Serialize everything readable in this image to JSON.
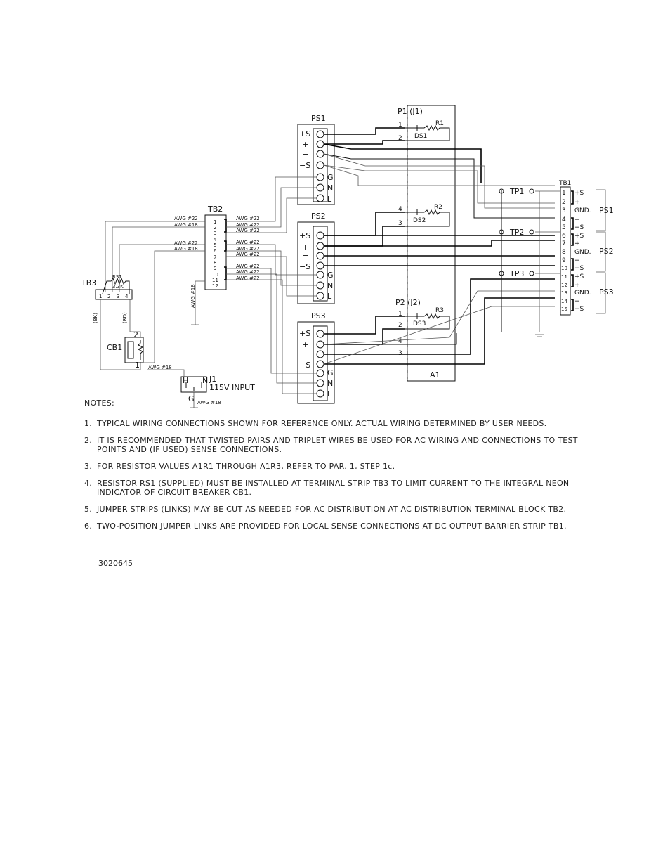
{
  "diagram": {
    "ps1": {
      "title": "PS1",
      "terminals": [
        "+S",
        "+",
        "−",
        "−S",
        "G",
        "N",
        "L"
      ]
    },
    "ps2": {
      "title": "PS2",
      "terminals": [
        "+S",
        "+",
        "−",
        "−S",
        "G",
        "N",
        "L"
      ]
    },
    "ps3": {
      "title": "PS3",
      "terminals": [
        "+S",
        "+",
        "−",
        "−S",
        "G",
        "N",
        "L"
      ]
    },
    "p1_label": "P1 (J1)",
    "p2_label": "P2 (J2)",
    "a1_label": "A1",
    "r1": "R1",
    "r2": "R2",
    "r3": "R3",
    "ds1": "DS1",
    "ds2": "DS2",
    "ds3": "DS3",
    "pins": {
      "p1a": "1",
      "p1b": "2",
      "p1c": "4",
      "p1d": "3",
      "p2a": "1",
      "p2b": "2",
      "p2c": "4",
      "p2d": "3"
    },
    "tb1": {
      "title": "TB1",
      "numbers": [
        "1",
        "2",
        "3",
        "4",
        "5",
        "6",
        "7",
        "8",
        "9",
        "10",
        "11",
        "12",
        "13",
        "14",
        "15"
      ],
      "signals": [
        "+S",
        "+",
        "GND.",
        "−",
        "−S",
        "+S",
        "+",
        "GND.",
        "−",
        "−S",
        "+S",
        "+",
        "GND.",
        "−",
        "−S"
      ],
      "groups": [
        "PS1",
        "PS2",
        "PS3"
      ]
    },
    "tp": [
      "TP1",
      "TP2",
      "TP3"
    ],
    "tb2": {
      "title": "TB2",
      "numbers": [
        "1",
        "2",
        "3",
        "4",
        "5",
        "6",
        "7",
        "8",
        "9",
        "10",
        "11",
        "12"
      ]
    },
    "awg_labels": [
      "AWG #22",
      "AWG #18",
      "AWG #22",
      "AWG #18",
      "AWG #18",
      "AWG #18"
    ],
    "awg_right": [
      "AWG #22",
      "AWG #22",
      "AWG #22",
      "AWG #22",
      "AWG #22",
      "AWG #22",
      "AWG #22",
      "AWG #22",
      "AWG #22"
    ],
    "tb3": {
      "title": "TB3",
      "rs1": "RS1",
      "value": "3.3K",
      "pins": [
        "1",
        "2",
        "3",
        "4"
      ],
      "bk": "(BK)",
      "rd": "(RD)"
    },
    "cb1": {
      "title": "CB1",
      "pin2": "2",
      "pin1": "1"
    },
    "j1": {
      "title": "J1",
      "input": "115V INPUT",
      "h": "H",
      "n": "N",
      "g": "G"
    }
  },
  "notes": {
    "heading": "NOTES:",
    "items": [
      {
        "num": "1.",
        "text": "TYPICAL WIRING CONNECTIONS SHOWN FOR REFERENCE ONLY. ACTUAL WIRING DETERMINED BY USER NEEDS."
      },
      {
        "num": "2.",
        "text": "IT IS RECOMMENDED THAT TWISTED PAIRS AND TRIPLET WIRES BE USED FOR AC WIRING AND CONNECTIONS TO TEST POINTS AND (IF USED) SENSE CONNECTIONS."
      },
      {
        "num": "3.",
        "text": "FOR RESISTOR VALUES A1R1 THROUGH A1R3, REFER TO PAR. 1, STEP 1c."
      },
      {
        "num": "4.",
        "text": "RESISTOR RS1 (SUPPLIED) MUST BE INSTALLED AT TERMINAL STRIP TB3 TO LIMIT CURRENT TO THE INTEGRAL NEON INDICATOR OF CIRCUIT BREAKER CB1."
      },
      {
        "num": "5.",
        "text": "JUMPER STRIPS (LINKS) MAY BE CUT AS NEEDED FOR AC DISTRIBUTION AT AC DISTRIBUTION TERMINAL BLOCK TB2."
      },
      {
        "num": "6.",
        "text": "TWO-POSITION JUMPER LINKS ARE PROVIDED FOR LOCAL SENSE CONNECTIONS AT DC OUTPUT BARRIER STRIP TB1."
      }
    ]
  },
  "doc_id": "3020645"
}
